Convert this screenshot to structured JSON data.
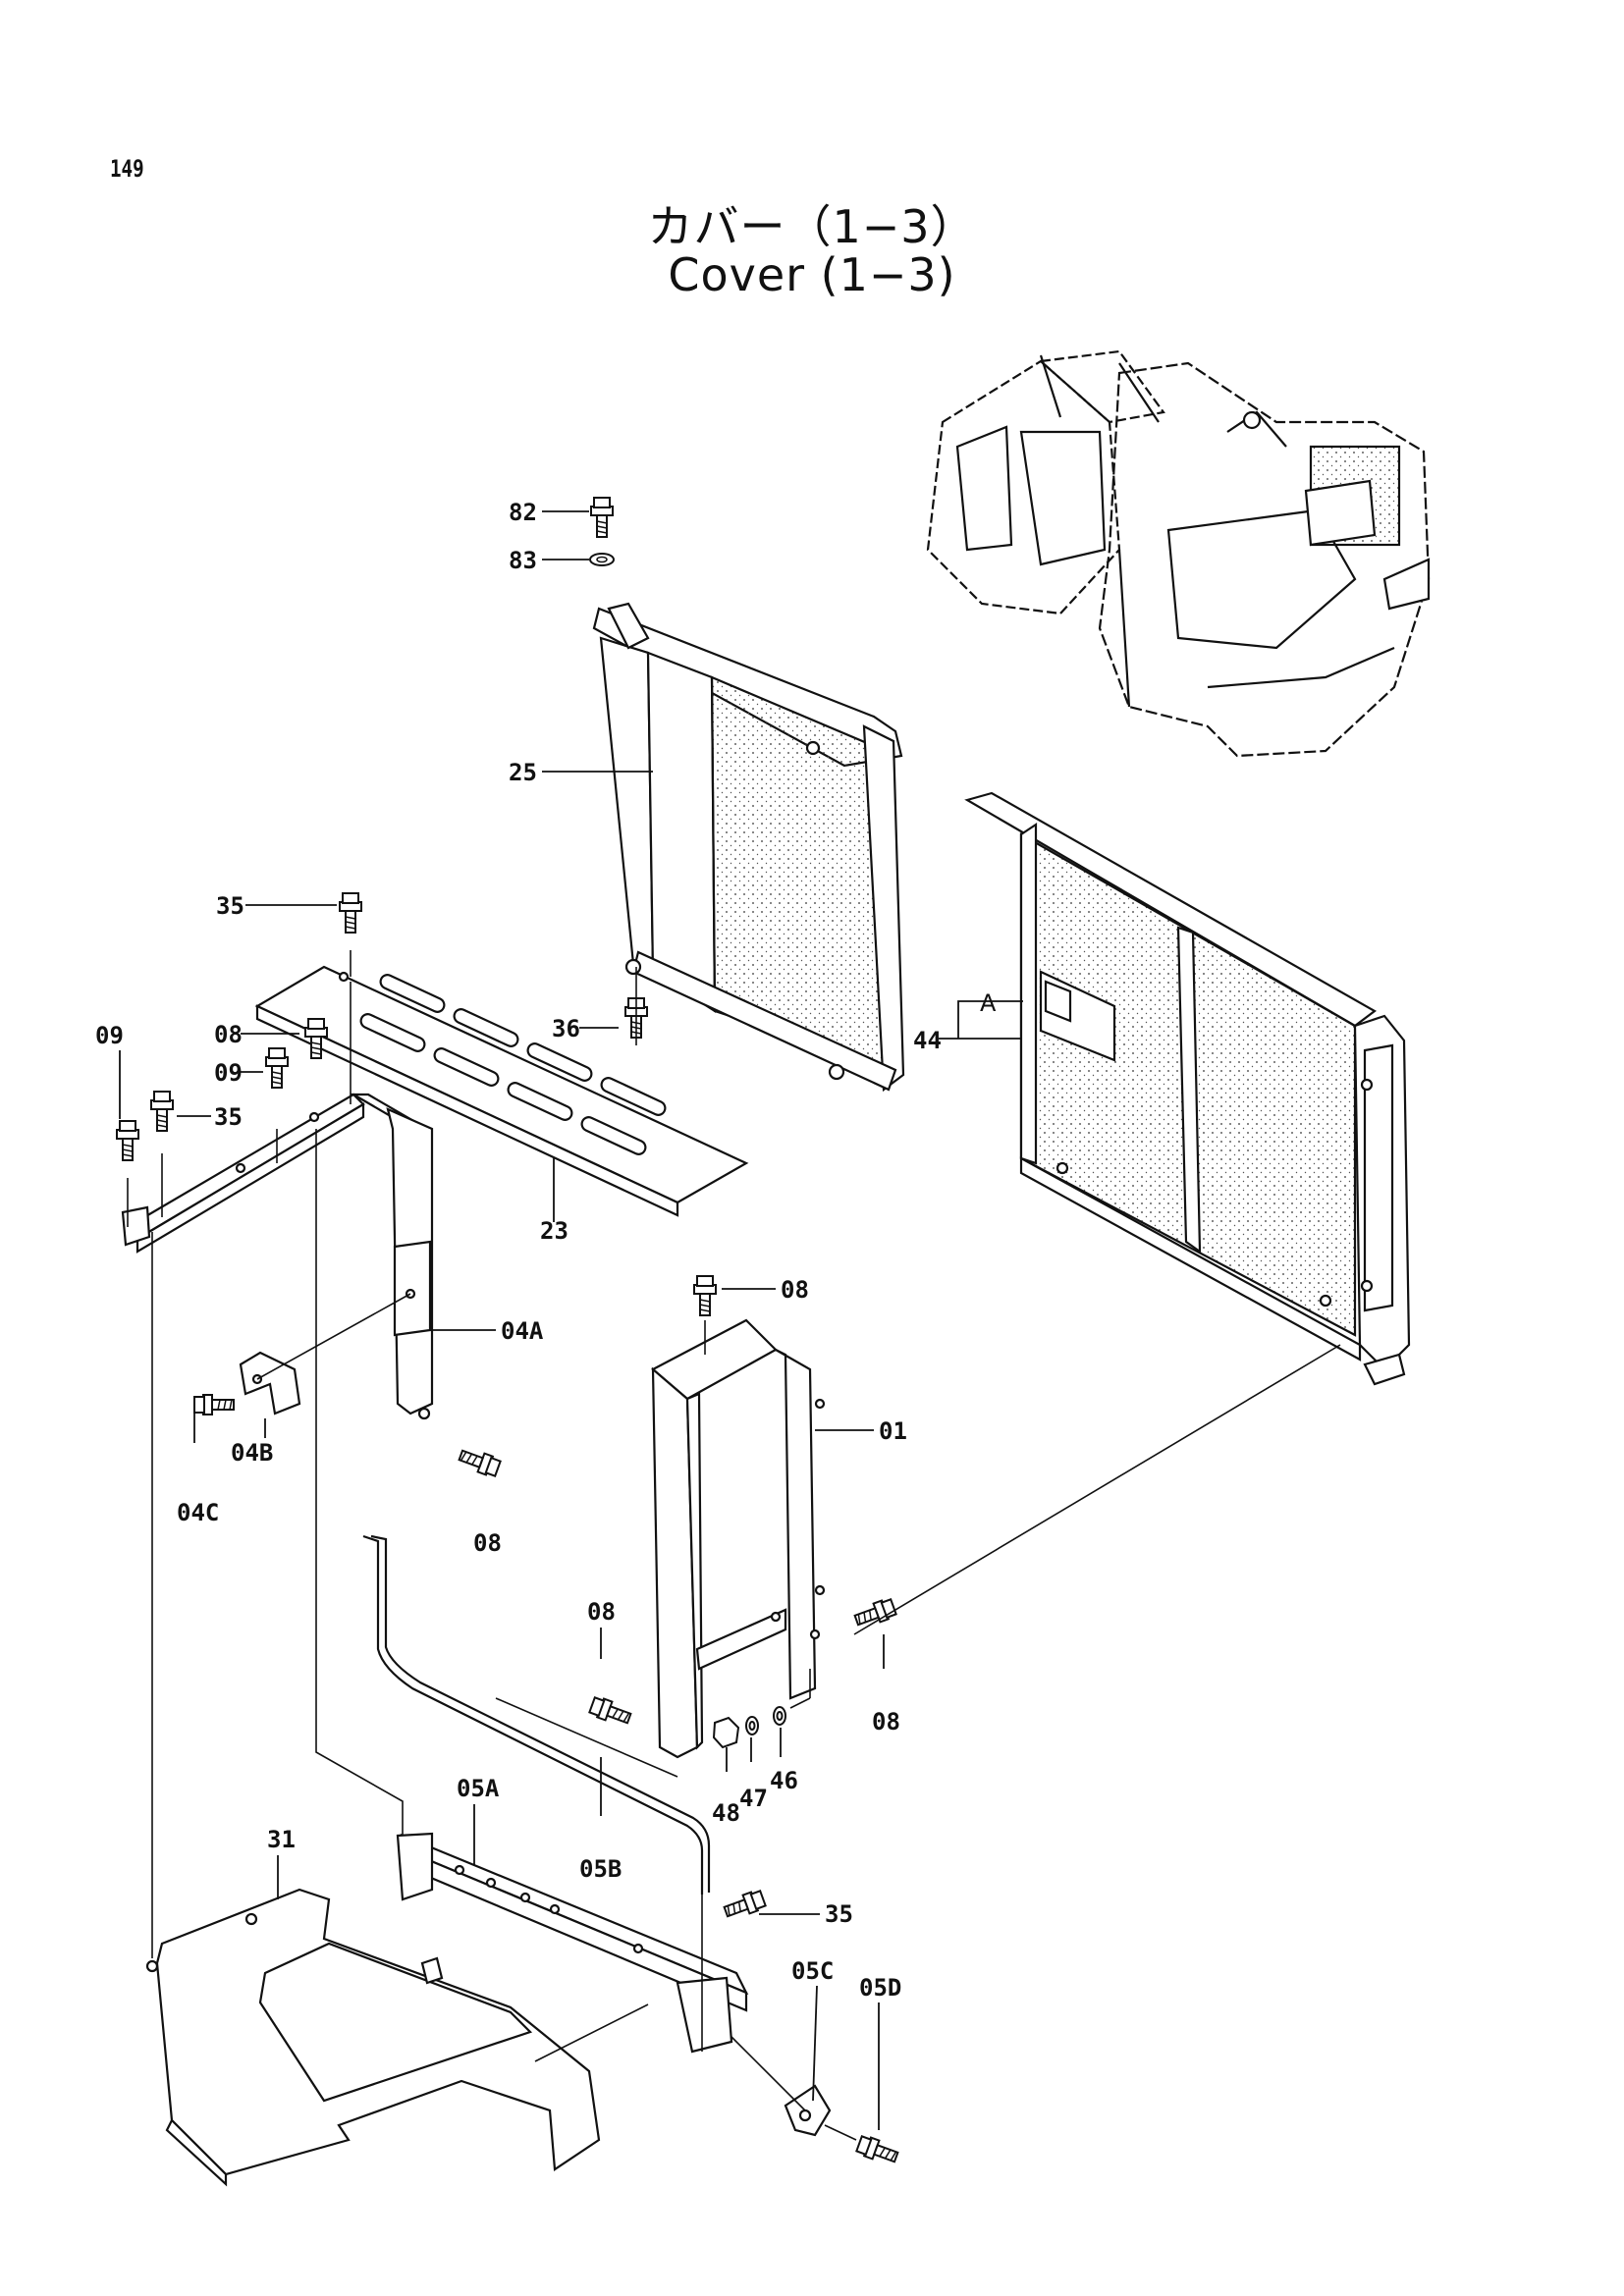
{
  "page_number": "149",
  "title_ja": "カバー（1−3）",
  "title_en": "Cover (1−3)",
  "callouts": [
    {
      "id": "82",
      "text": "82"
    },
    {
      "id": "83",
      "text": "83"
    },
    {
      "id": "25",
      "text": "25"
    },
    {
      "id": "35a",
      "text": "35"
    },
    {
      "id": "36",
      "text": "36"
    },
    {
      "id": "a",
      "text": "A"
    },
    {
      "id": "44",
      "text": "44"
    },
    {
      "id": "09a",
      "text": "09"
    },
    {
      "id": "08a",
      "text": "08"
    },
    {
      "id": "09b",
      "text": "09"
    },
    {
      "id": "35b",
      "text": "35"
    },
    {
      "id": "23",
      "text": "23"
    },
    {
      "id": "08b",
      "text": "08"
    },
    {
      "id": "04a",
      "text": "04A"
    },
    {
      "id": "01",
      "text": "01"
    },
    {
      "id": "04b",
      "text": "04B"
    },
    {
      "id": "04c",
      "text": "04C"
    },
    {
      "id": "08c",
      "text": "08"
    },
    {
      "id": "08d",
      "text": "08"
    },
    {
      "id": "08e",
      "text": "08"
    },
    {
      "id": "48",
      "text": "48"
    },
    {
      "id": "47",
      "text": "47"
    },
    {
      "id": "46",
      "text": "46"
    },
    {
      "id": "31",
      "text": "31"
    },
    {
      "id": "05a",
      "text": "05A"
    },
    {
      "id": "05b",
      "text": "05B"
    },
    {
      "id": "35c",
      "text": "35"
    },
    {
      "id": "05c",
      "text": "05C"
    },
    {
      "id": "05d",
      "text": "05D"
    }
  ]
}
